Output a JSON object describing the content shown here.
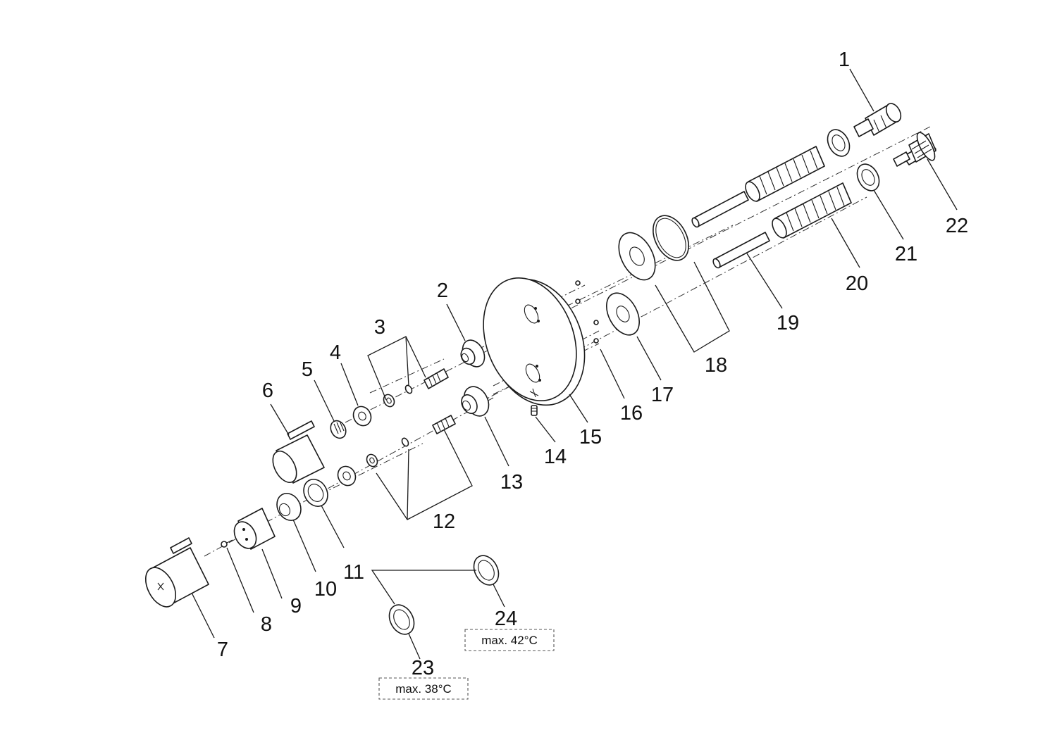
{
  "diagram": {
    "labels": {
      "p1": "1",
      "p2": "2",
      "p3": "3",
      "p4": "4",
      "p5": "5",
      "p6": "6",
      "p7": "7",
      "p8": "8",
      "p9": "9",
      "p10": "10",
      "p11": "11",
      "p12": "12",
      "p13": "13",
      "p14": "14",
      "p15": "15",
      "p16": "16",
      "p17": "17",
      "p18": "18",
      "p19": "19",
      "p20": "20",
      "p21": "21",
      "p22": "22",
      "p23": "23",
      "p24": "24"
    },
    "notes": {
      "max_42": "max. 42°C",
      "max_38": "max. 38°C"
    }
  }
}
